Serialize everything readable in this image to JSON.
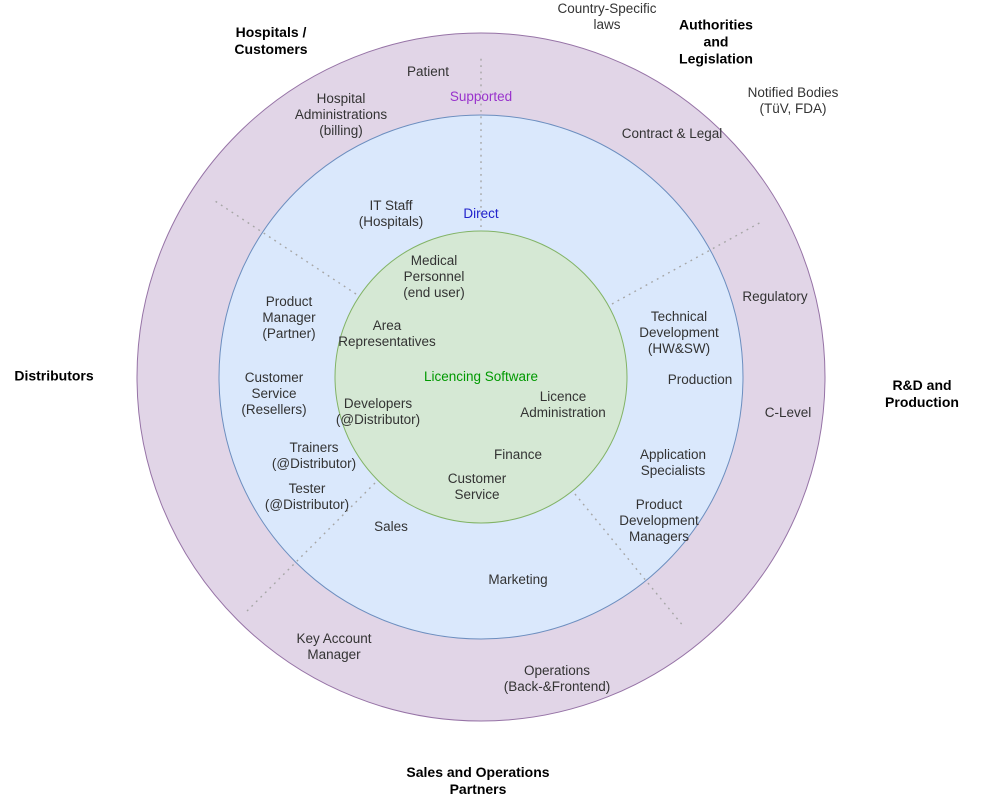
{
  "colors": {
    "outer_ring_fill": "#e1d5e7",
    "outer_ring_stroke": "#9673a6",
    "middle_ring_fill": "#dae8fc",
    "middle_ring_stroke": "#6c8ebf",
    "inner_circle_fill": "#d5e8d4",
    "inner_circle_stroke": "#82b366",
    "supported_text": "#9933cc",
    "direct_text": "#2222cc",
    "center_text": "#009900",
    "label_text": "#333333",
    "divider_dots": "#a6a6a6"
  },
  "center_circle": {
    "title": "Licencing Software"
  },
  "relationships": {
    "supported": "Supported",
    "direct": "Direct"
  },
  "outside_labels": {
    "hospitals_customers": "Hospitals /\nCustomers",
    "country_specific_laws": "Country-Specific\nlaws",
    "authorities_legislation": "Authorities\nand\nLegislation",
    "notified_bodies": "Notified Bodies\n(TüV, FDA)",
    "distributors": "Distributors",
    "rd_and_production": "R&D and Production",
    "sales_and_operations_partners": "Sales and Operations\nPartners"
  },
  "outer_ring": {
    "patient": "Patient",
    "hospital_administrations": "Hospital\nAdministrations\n(billing)",
    "contract_legal": "Contract & Legal",
    "regulatory": "Regulatory",
    "c_level": "C-Level",
    "key_account_manager": "Key Account\nManager",
    "operations": "Operations\n(Back-&Frontend)"
  },
  "middle_ring": {
    "it_staff": "IT Staff\n(Hospitals)",
    "product_manager": "Product\nManager\n(Partner)",
    "customer_service_resellers": "Customer\nService\n(Resellers)",
    "trainers": "Trainers\n(@Distributor)",
    "tester": "Tester\n(@Distributor)",
    "sales": "Sales",
    "marketing": "Marketing",
    "technical_development": "Technical\nDevelopment\n(HW&SW)",
    "production": "Production",
    "application_specialists": "Application\nSpecialists",
    "product_development_managers": "Product\nDevelopment\nManagers"
  },
  "inner_circle": {
    "medical_personnel": "Medical\nPersonnel\n(end user)",
    "area_representatives": "Area\nRepresentatives",
    "developers": "Developers\n(@Distributor)",
    "licence_administration": "Licence\nAdministration",
    "finance": "Finance",
    "customer_service": "Customer\nService"
  }
}
